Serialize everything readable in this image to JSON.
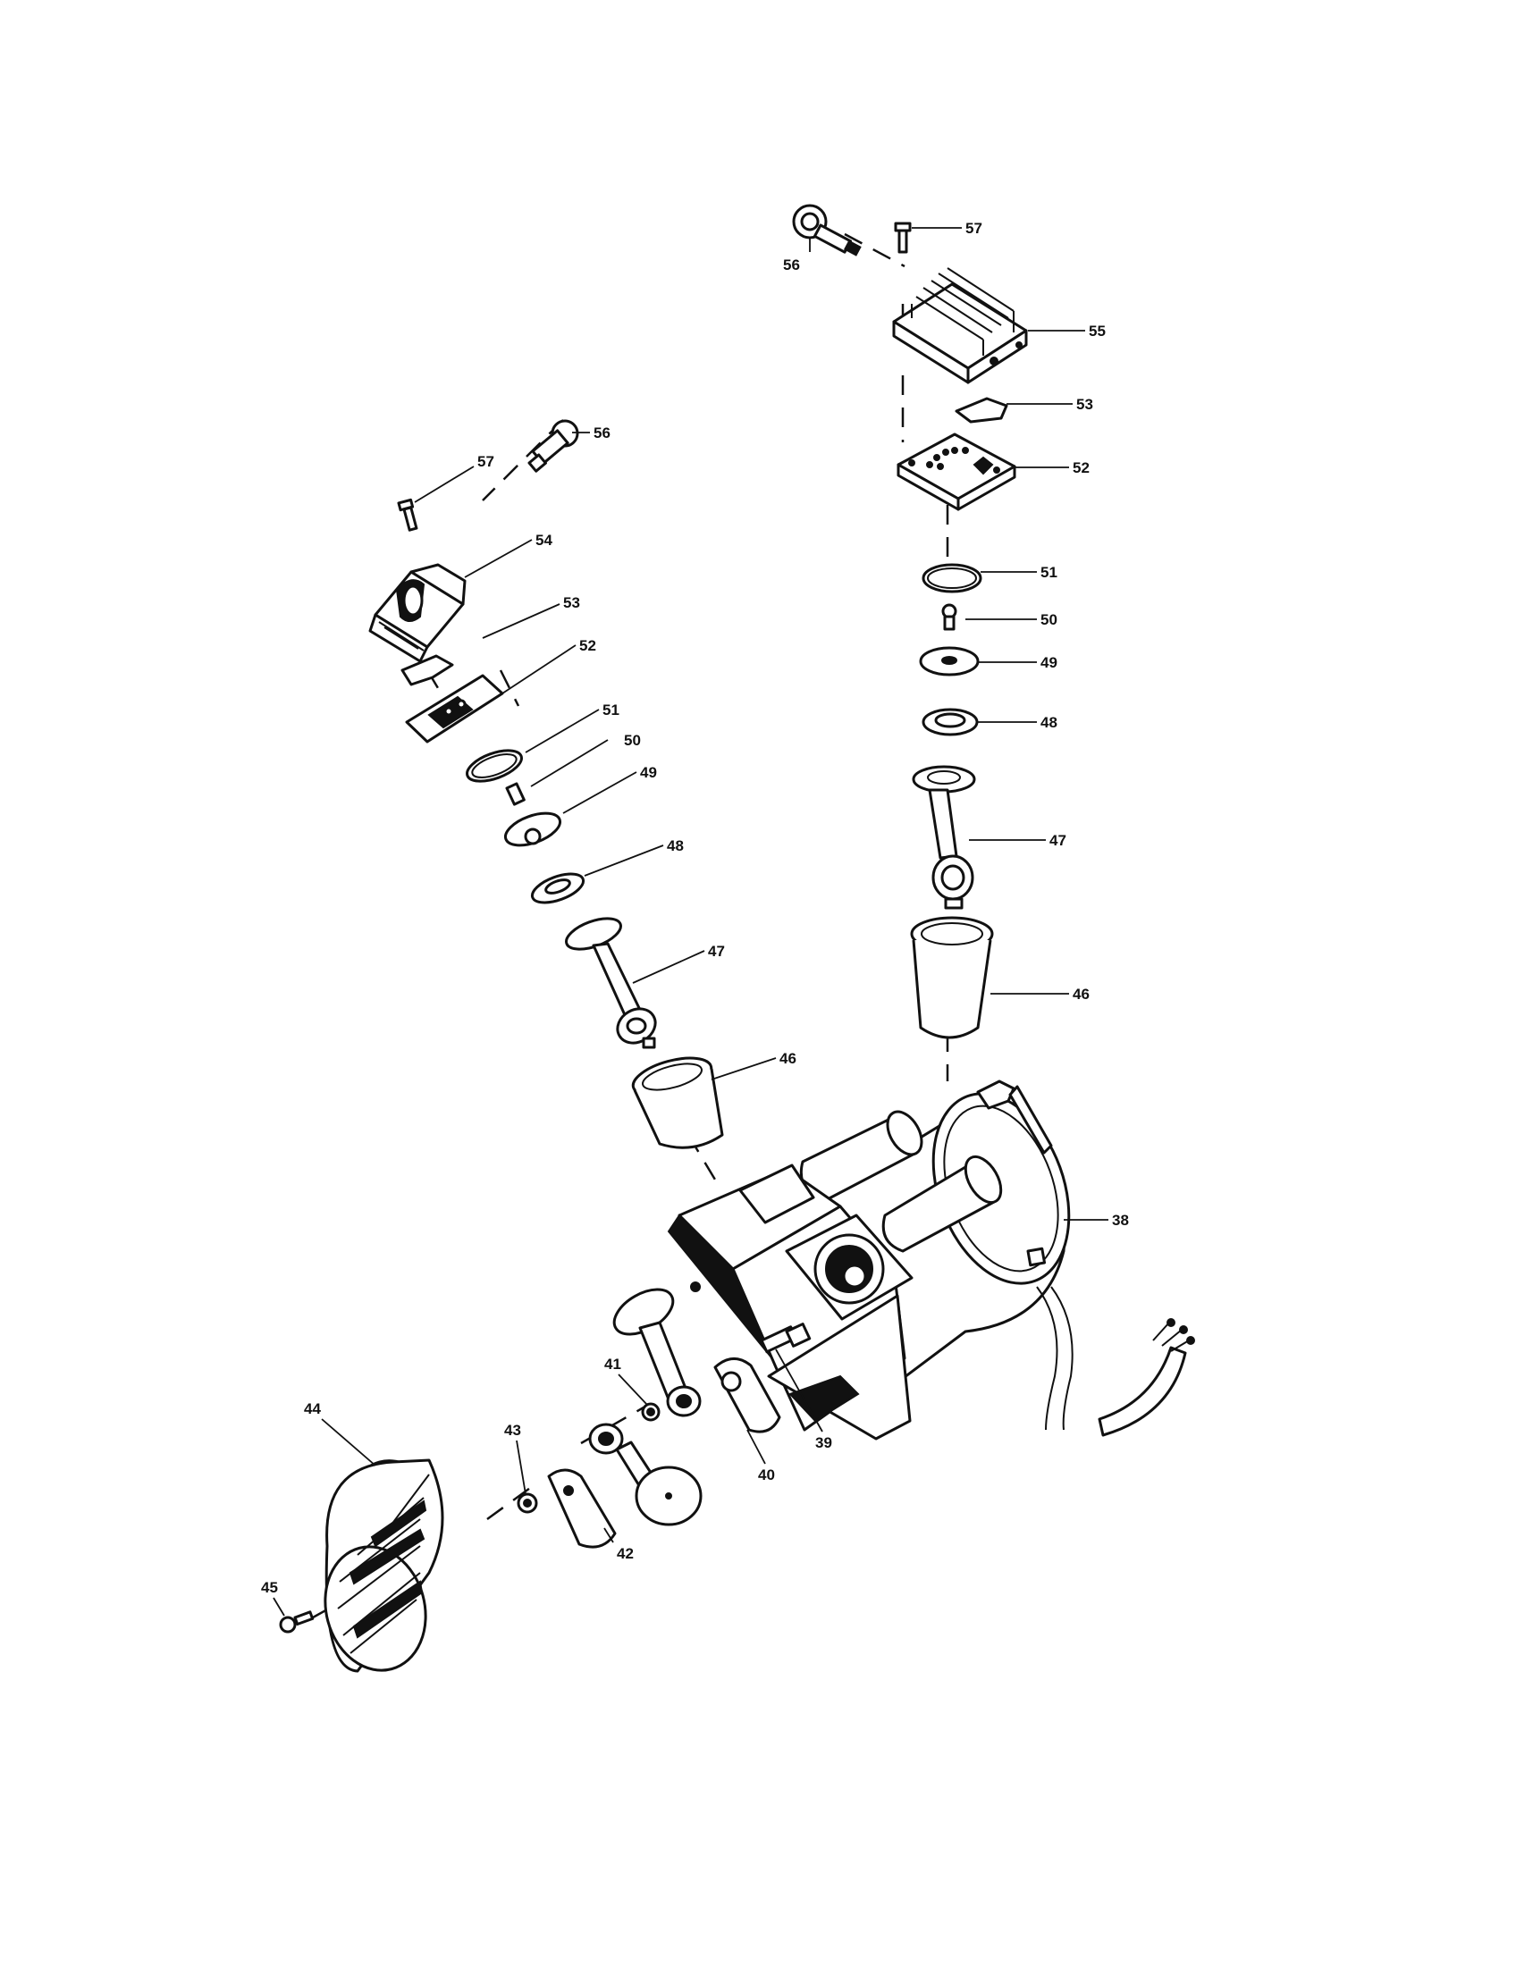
{
  "callouts": {
    "c38": "38",
    "c39": "39",
    "c40": "40",
    "c41": "41",
    "c42": "42",
    "c43": "43",
    "c44": "44",
    "c45": "45",
    "l46": "46",
    "r46": "46",
    "l47": "47",
    "r47": "47",
    "l48": "48",
    "r48": "48",
    "l49": "49",
    "r49": "49",
    "l50": "50",
    "r50": "50",
    "l51": "51",
    "r51": "51",
    "l52": "52",
    "r52": "52",
    "l53": "53",
    "r53": "53",
    "c54": "54",
    "c55": "55",
    "l56": "56",
    "r56": "56",
    "l57": "57",
    "r57": "57"
  }
}
